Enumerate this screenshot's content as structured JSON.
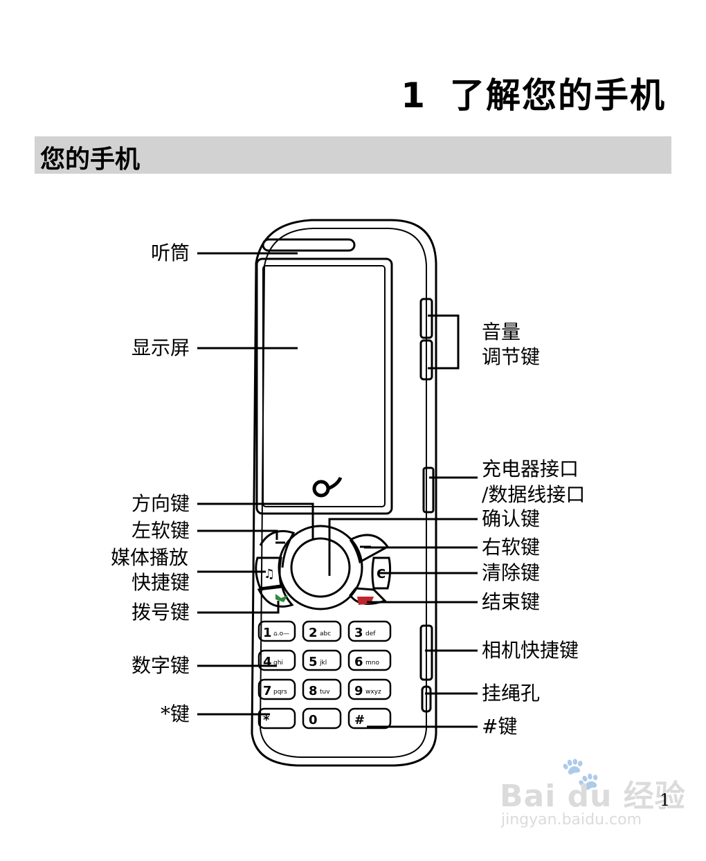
{
  "header": {
    "chapter_number": "1",
    "chapter_title": "了解您的手机"
  },
  "section": {
    "title": "您的手机"
  },
  "labels": {
    "earpiece": "听筒",
    "screen": "显示屏",
    "nav_key": "方向键",
    "left_soft_key": "左软键",
    "media_shortcut_line1": "媒体播放",
    "media_shortcut_line2": "快捷键",
    "dial_key": "拨号键",
    "number_keys": "数字键",
    "star_key": "*键",
    "volume_line1": "音量",
    "volume_line2": "调节键",
    "charger_line1": "充电器接口",
    "charger_line2": "/数据线接口",
    "ok_key": "确认键",
    "right_soft_key": "右软键",
    "clear_key": "清除键",
    "end_key": "结束键",
    "camera_key": "相机快捷键",
    "strap_hole": "挂绳孔",
    "hash_key": "#键"
  },
  "keypad": [
    {
      "main": "1",
      "sub": "⌂.o—"
    },
    {
      "main": "2",
      "sub": "abc"
    },
    {
      "main": "3",
      "sub": "def"
    },
    {
      "main": "4",
      "sub": "ghi"
    },
    {
      "main": "5",
      "sub": "jkl"
    },
    {
      "main": "6",
      "sub": "mno"
    },
    {
      "main": "7",
      "sub": "pqrs"
    },
    {
      "main": "8",
      "sub": "tuv"
    },
    {
      "main": "9",
      "sub": "wxyz"
    },
    {
      "main": "*",
      "sub": ""
    },
    {
      "main": "0",
      "sub": ""
    },
    {
      "main": "#",
      "sub": ""
    }
  ],
  "watermark": {
    "brand": "Bai du 经验",
    "url": "jingyan.baidu.com"
  },
  "page_number": "1",
  "colors": {
    "section_bar": "#d2d2d2",
    "call_key_green": "#2e8b3a",
    "end_key_red": "#c0262d"
  }
}
